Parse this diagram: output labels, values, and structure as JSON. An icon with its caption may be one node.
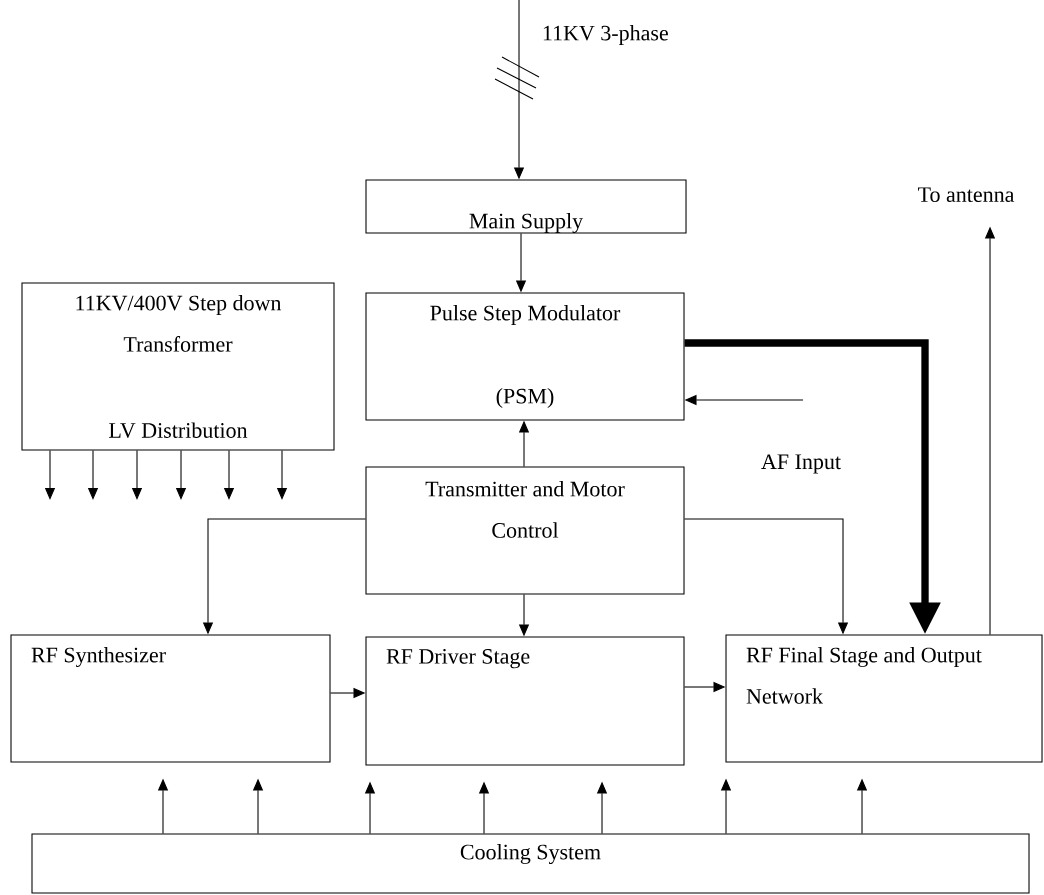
{
  "diagram": {
    "nodes": [
      {
        "text": [
          "Main Supply"
        ]
      },
      {
        "text": [
          "Pulse Step Modulator",
          "(PSM)"
        ]
      },
      {
        "text": [
          "11KV/400V Step down Transformer",
          "LV Distribution"
        ]
      },
      {
        "text": [
          "Transmitter and Motor Control"
        ]
      },
      {
        "text": [
          "RF Synthesizer"
        ]
      },
      {
        "text": [
          "RF Driver Stage"
        ]
      },
      {
        "text": [
          "RF Final Stage and Output Network"
        ]
      },
      {
        "text": [
          "Cooling System"
        ]
      },
      {
        "text": [
          "To antenna"
        ]
      }
    ],
    "edges": [
      {
        "from": null,
        "to": 0,
        "arrow": "to",
        "label": "11KV 3-phase"
      },
      {
        "from": 0,
        "to": 1,
        "arrow": "to"
      },
      {
        "from": null,
        "to": 1,
        "arrow": "to"
      },
      {
        "from": 1,
        "to": 6,
        "arrow": "to",
        "style": "thick"
      },
      {
        "from": 3,
        "to": 1,
        "arrow": "to"
      },
      {
        "from": 3,
        "to": 4,
        "arrow": "to"
      },
      {
        "from": 3,
        "to": 5,
        "arrow": "to"
      },
      {
        "from": 3,
        "to": 6,
        "arrow": "to"
      },
      {
        "from": 4,
        "to": 5,
        "arrow": "to"
      },
      {
        "from": 5,
        "to": 6,
        "arrow": "to"
      },
      {
        "from": 6,
        "to": 8,
        "arrow": "to"
      },
      {
        "from": 2,
        "to": null,
        "arrow": "to"
      },
      {
        "from": 2,
        "to": null,
        "arrow": "to"
      },
      {
        "from": 2,
        "to": null,
        "arrow": "to"
      },
      {
        "from": 2,
        "to": null,
        "arrow": "to"
      },
      {
        "from": 2,
        "to": null,
        "arrow": "to"
      },
      {
        "from": 2,
        "to": null,
        "arrow": "to"
      },
      {
        "from": 7,
        "to": 4,
        "arrow": "to"
      },
      {
        "from": 7,
        "to": 4,
        "arrow": "to"
      },
      {
        "from": 7,
        "to": 5,
        "arrow": "to"
      },
      {
        "from": 7,
        "to": 5,
        "arrow": "to"
      },
      {
        "from": 7,
        "to": 5,
        "arrow": "to"
      },
      {
        "from": 7,
        "to": 6,
        "arrow": "to"
      },
      {
        "from": 7,
        "to": 6,
        "arrow": "to"
      }
    ],
    "labels": [
      "AF Input"
    ]
  }
}
